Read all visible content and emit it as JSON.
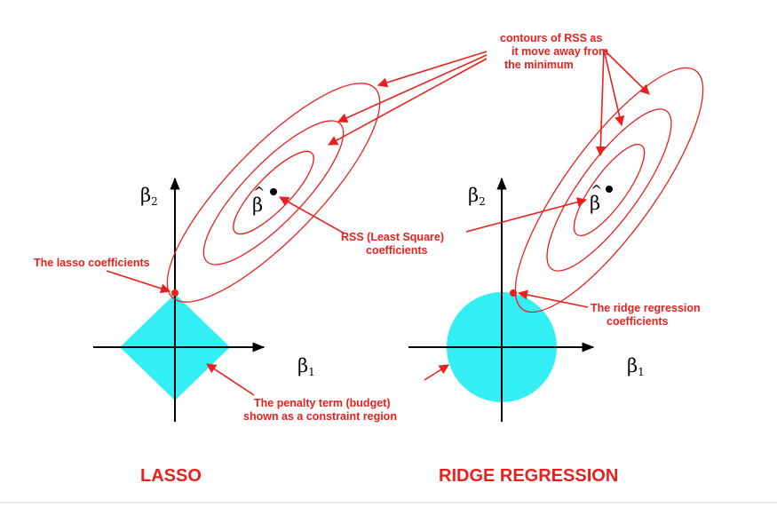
{
  "colors": {
    "annotation": "#e8211e",
    "contour": "#e8211e",
    "constraint_region": "#33eef2",
    "axis": "#000000",
    "background": "#ffffff",
    "footer_rule": "#e6e6e6"
  },
  "symbols": {
    "beta": "β",
    "beta_hat": "β",
    "hat": "^",
    "sub1": "1",
    "sub2": "2"
  },
  "annotations": {
    "contours_line1": "contours of RSS as",
    "contours_line2": "it move away from",
    "contours_line3": "the minimum",
    "rss_line1": "RSS (Least Square)",
    "rss_line2": "coefficients",
    "lasso_coef": "The lasso coefficients",
    "ridge_line1": "The ridge regression",
    "ridge_line2": "coefficients",
    "penalty_line1": "The penalty term (budget)",
    "penalty_line2": "shown as a constraint region"
  },
  "captions": {
    "lasso": "LASSO",
    "ridge": "RIDGE REGRESSION"
  }
}
